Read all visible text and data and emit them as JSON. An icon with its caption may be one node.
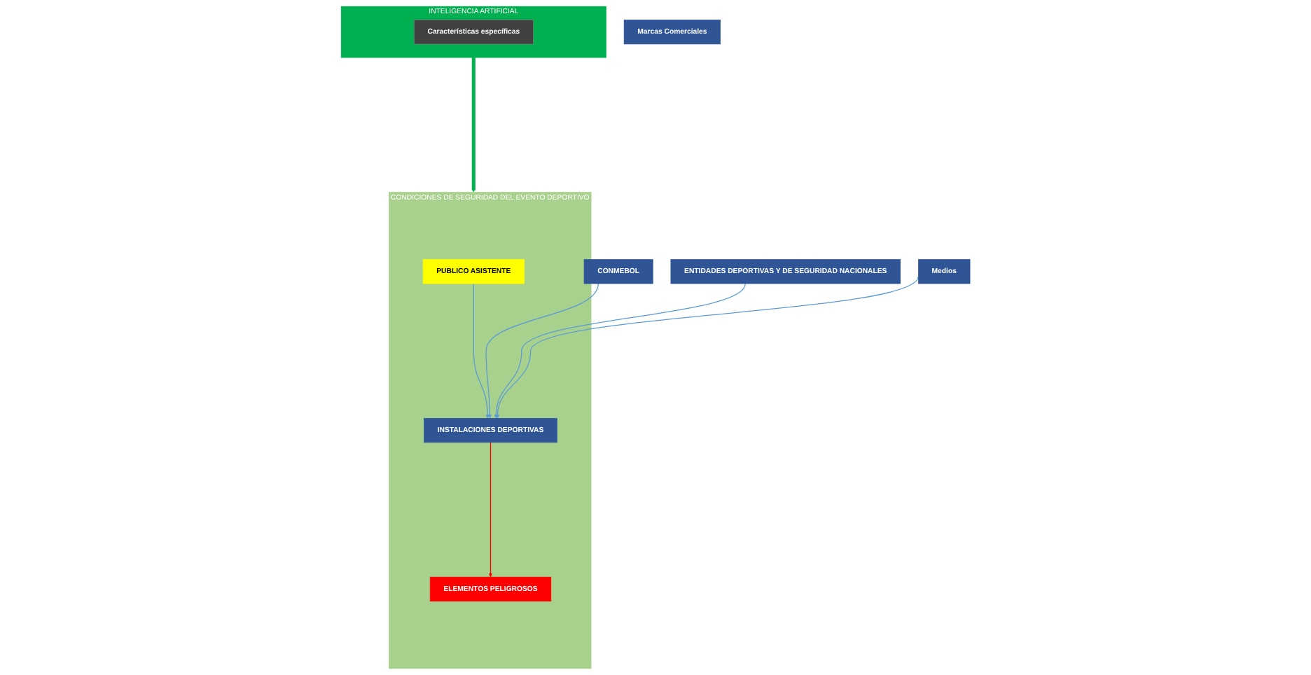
{
  "diagram": {
    "nodes": [
      {
        "text": [
          "INTELIGENCIA ARTIFICIAL"
        ]
      },
      {
        "text": [
          "Características específicas"
        ],
        "in": 0
      },
      {
        "text": [
          "CONDICIONES DE SEGURIDAD DEL EVENTO DEPORTIVO"
        ]
      },
      {
        "text": [
          "PUBLICO ASISTENTE"
        ],
        "in": 2
      },
      {
        "text": [
          "INSTALACIONES DEPORTIVAS"
        ],
        "in": 2
      },
      {
        "text": [
          "ELEMENTOS PELIGROSOS"
        ],
        "in": 2
      },
      {
        "text": [
          "CONMEBOL"
        ]
      },
      {
        "text": [
          "ENTIDADES DEPORTIVAS Y DE SEGURIDAD NACIONALES"
        ]
      },
      {
        "text": [
          "Medios"
        ]
      },
      {
        "text": [
          "Marcas Comerciales"
        ]
      }
    ],
    "edges": [
      {
        "from": 0,
        "to": 2,
        "arrow": "to",
        "style": "thick",
        "color": "#00b050"
      },
      {
        "from": 3,
        "to": 4,
        "arrow": "to"
      },
      {
        "from": 4,
        "to": 5,
        "arrow": "to",
        "color": "#ff0000"
      },
      {
        "from": 6,
        "to": 4,
        "arrow": "to"
      },
      {
        "from": 7,
        "to": 4,
        "arrow": "to"
      },
      {
        "from": 8,
        "to": 4,
        "arrow": "to"
      }
    ]
  }
}
